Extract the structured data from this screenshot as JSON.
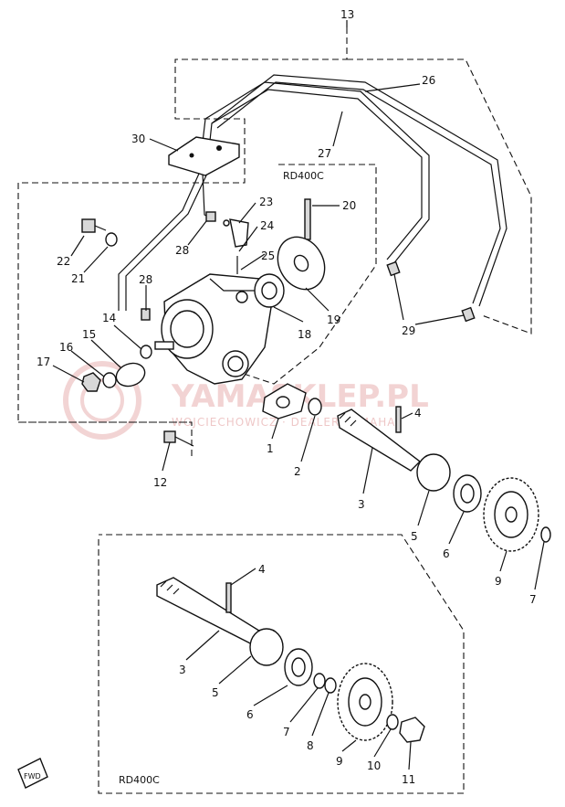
{
  "watermark": {
    "brand": "YAMASKLEP.PL",
    "subtitle": "WOJCIECHOWICZ · DEALER YAMAHA"
  },
  "model_labels": {
    "upper_box": "RD400C",
    "lower_box": "RD400C"
  },
  "fwd_label": "FWD",
  "callouts": [
    {
      "id": "c13",
      "text": "13"
    },
    {
      "id": "c26",
      "text": "26"
    },
    {
      "id": "c27",
      "text": "27"
    },
    {
      "id": "c30",
      "text": "30"
    },
    {
      "id": "c20",
      "text": "20"
    },
    {
      "id": "c23",
      "text": "23"
    },
    {
      "id": "c24",
      "text": "24"
    },
    {
      "id": "c22",
      "text": "22"
    },
    {
      "id": "c21",
      "text": "21"
    },
    {
      "id": "c28a",
      "text": "28"
    },
    {
      "id": "c25",
      "text": "25"
    },
    {
      "id": "c28b",
      "text": "28"
    },
    {
      "id": "c18",
      "text": "18"
    },
    {
      "id": "c19",
      "text": "19"
    },
    {
      "id": "c29",
      "text": "29"
    },
    {
      "id": "c14",
      "text": "14"
    },
    {
      "id": "c15",
      "text": "15"
    },
    {
      "id": "c16",
      "text": "16"
    },
    {
      "id": "c17",
      "text": "17"
    },
    {
      "id": "c4a",
      "text": "4"
    },
    {
      "id": "c1",
      "text": "1"
    },
    {
      "id": "c2",
      "text": "2"
    },
    {
      "id": "c12",
      "text": "12"
    },
    {
      "id": "c3a",
      "text": "3"
    },
    {
      "id": "c5a",
      "text": "5"
    },
    {
      "id": "c6a",
      "text": "6"
    },
    {
      "id": "c9a",
      "text": "9"
    },
    {
      "id": "c7a",
      "text": "7"
    },
    {
      "id": "c4b",
      "text": "4"
    },
    {
      "id": "c3b",
      "text": "3"
    },
    {
      "id": "c5b",
      "text": "5"
    },
    {
      "id": "c6b",
      "text": "6"
    },
    {
      "id": "c7b",
      "text": "7"
    },
    {
      "id": "c8",
      "text": "8"
    },
    {
      "id": "c9b",
      "text": "9"
    },
    {
      "id": "c10",
      "text": "10"
    },
    {
      "id": "c11",
      "text": "11"
    }
  ]
}
